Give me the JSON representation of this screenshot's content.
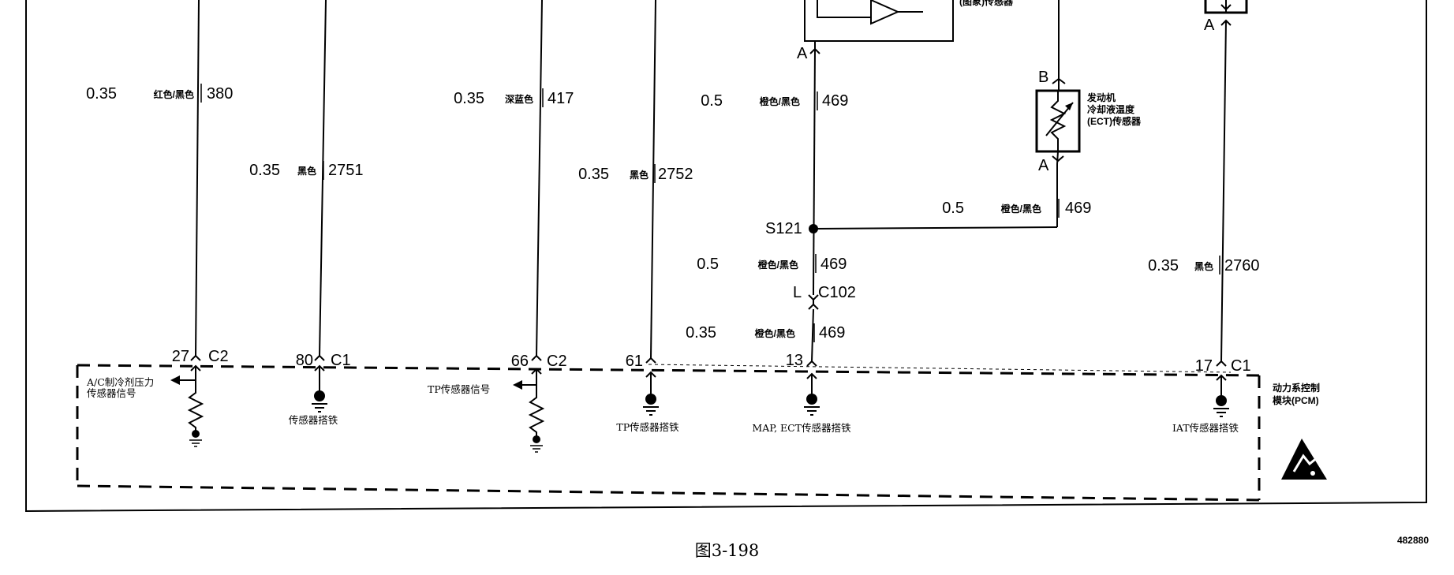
{
  "caption": "图3-198",
  "doc_id": "482880",
  "sensor_labels": {
    "map_partial": "(图象)传感器",
    "ect": [
      "发动机",
      "冷却液温度",
      "(ECT)传感器"
    ],
    "pcm": [
      "动力系控制",
      "模块(PCM)"
    ]
  },
  "pin_letters": {
    "map_a": "A",
    "ect_b": "B",
    "ect_a": "A",
    "iat_a": "A",
    "c102_l": "L"
  },
  "splice": "S121",
  "inline_connector": "C102",
  "wires": [
    {
      "size": "0.35",
      "color": "红色/黑色",
      "circuit": "380"
    },
    {
      "size": "0.35",
      "color": "黑色",
      "circuit": "2751"
    },
    {
      "size": "0.35",
      "color": "深蓝色",
      "circuit": "417"
    },
    {
      "size": "0.35",
      "color": "黑色",
      "circuit": "2752"
    },
    {
      "size": "0.5",
      "color": "橙色/黑色",
      "circuit": "469"
    },
    {
      "size": "0.5",
      "color": "橙色/黑色",
      "circuit": "469"
    },
    {
      "size": "0.5",
      "color": "橙色/黑色",
      "circuit": "469"
    },
    {
      "size": "0.35",
      "color": "橙色/黑色",
      "circuit": "469"
    },
    {
      "size": "0.35",
      "color": "黑色",
      "circuit": "2760"
    }
  ],
  "pcm_pins": [
    {
      "pin": "27",
      "connector": "C2"
    },
    {
      "pin": "80",
      "connector": "C1"
    },
    {
      "pin": "66",
      "connector": "C2"
    },
    {
      "pin": "61",
      "connector": ""
    },
    {
      "pin": "13",
      "connector": ""
    },
    {
      "pin": "17",
      "connector": "C1"
    }
  ],
  "pcm_labels": {
    "ac_signal": [
      "A/C制冷剂压力",
      "传感器信号"
    ],
    "sensor_ground": "传感器搭铁",
    "tp_signal": "TP传感器信号",
    "tp_ground": "TP传感器搭铁",
    "map_ect_ground": "MAP, ECT传感器搭铁",
    "iat_ground": "IAT传感器搭铁"
  }
}
